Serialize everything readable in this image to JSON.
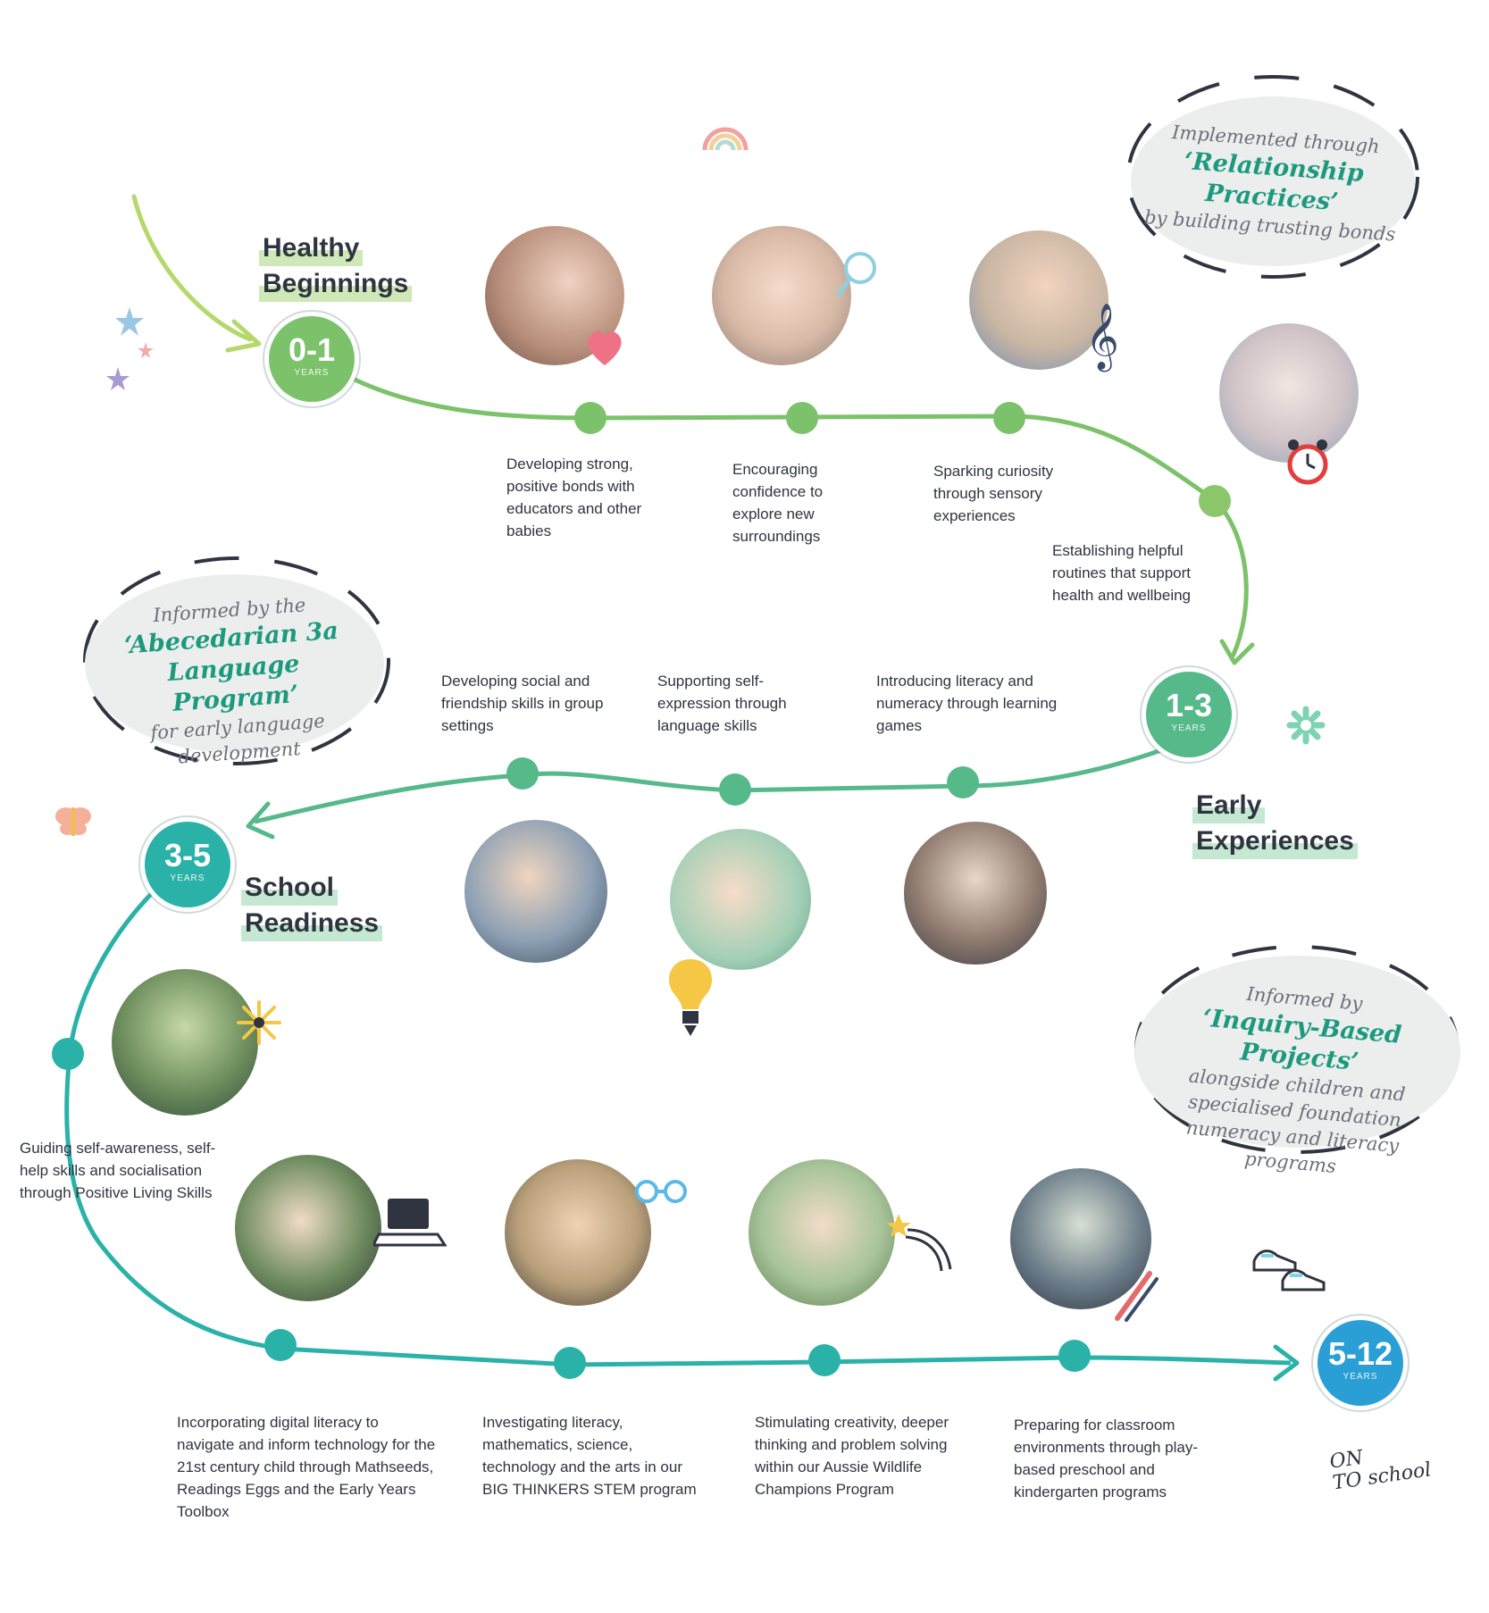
{
  "stages": [
    {
      "age": "0-1",
      "unit": "YEARS",
      "title_line1": "Healthy",
      "title_line2": "Beginnings",
      "color": "#7cc26a"
    },
    {
      "age": "1-3",
      "unit": "YEARS",
      "title_line1": "Early",
      "title_line2": "Experiences",
      "color": "#55b98a"
    },
    {
      "age": "3-5",
      "unit": "YEARS",
      "title_line1": "School",
      "title_line2": "Readiness",
      "color": "#2bb2a8"
    },
    {
      "age": "5-12",
      "unit": "YEARS",
      "color": "#2a9fd6"
    }
  ],
  "milestones_0_1": [
    "Developing strong, positive bonds with educators and other babies",
    "Encouraging confidence to explore new surroundings",
    "Sparking curiosity through sensory experiences",
    "Establishing helpful routines that support health and wellbeing"
  ],
  "milestones_1_3": [
    "Developing social and friendship skills in group settings",
    "Supporting self-expression through language skills",
    "Introducing literacy and numeracy through learning games"
  ],
  "milestones_3_5": [
    "Guiding self-awareness, self-help skills and socialisation through Positive Living Skills",
    "Incorporating digital literacy to navigate and inform technology for the 21st century child through Mathseeds, Readings Eggs and the Early Years Toolbox",
    "Investigating literacy, mathematics, science, technology and the arts in our BIG THINKERS STEM program",
    "Stimulating creativity, deeper thinking and problem solving within our Aussie Wildlife Champions Program",
    "Preparing for classroom environments through play-based preschool and kindergarten programs"
  ],
  "callouts": [
    {
      "lead": "Implemented through",
      "accent": "‘Relationship Practices’",
      "tail": "by building trusting bonds"
    },
    {
      "lead": "Informed by the",
      "accent": "‘Abecedarian 3a Language Program’",
      "tail": "for early language development"
    },
    {
      "lead": "Informed by",
      "accent": "‘Inquiry-Based Projects’",
      "tail": "alongside children and specialised foundation numeracy and literacy programs"
    }
  ],
  "on_to_school": {
    "line1": "ON",
    "line2": "TO school"
  },
  "icons": [
    "rainbow-icon",
    "star-icon",
    "heart-icon",
    "rattle-icon",
    "treble-clef-icon",
    "alarm-clock-icon",
    "flower-icon",
    "butterfly-icon",
    "lightbulb-icon",
    "laptop-icon",
    "glasses-icon",
    "shooting-star-icon",
    "pencils-icon",
    "sneakers-icon",
    "sun-icon"
  ]
}
